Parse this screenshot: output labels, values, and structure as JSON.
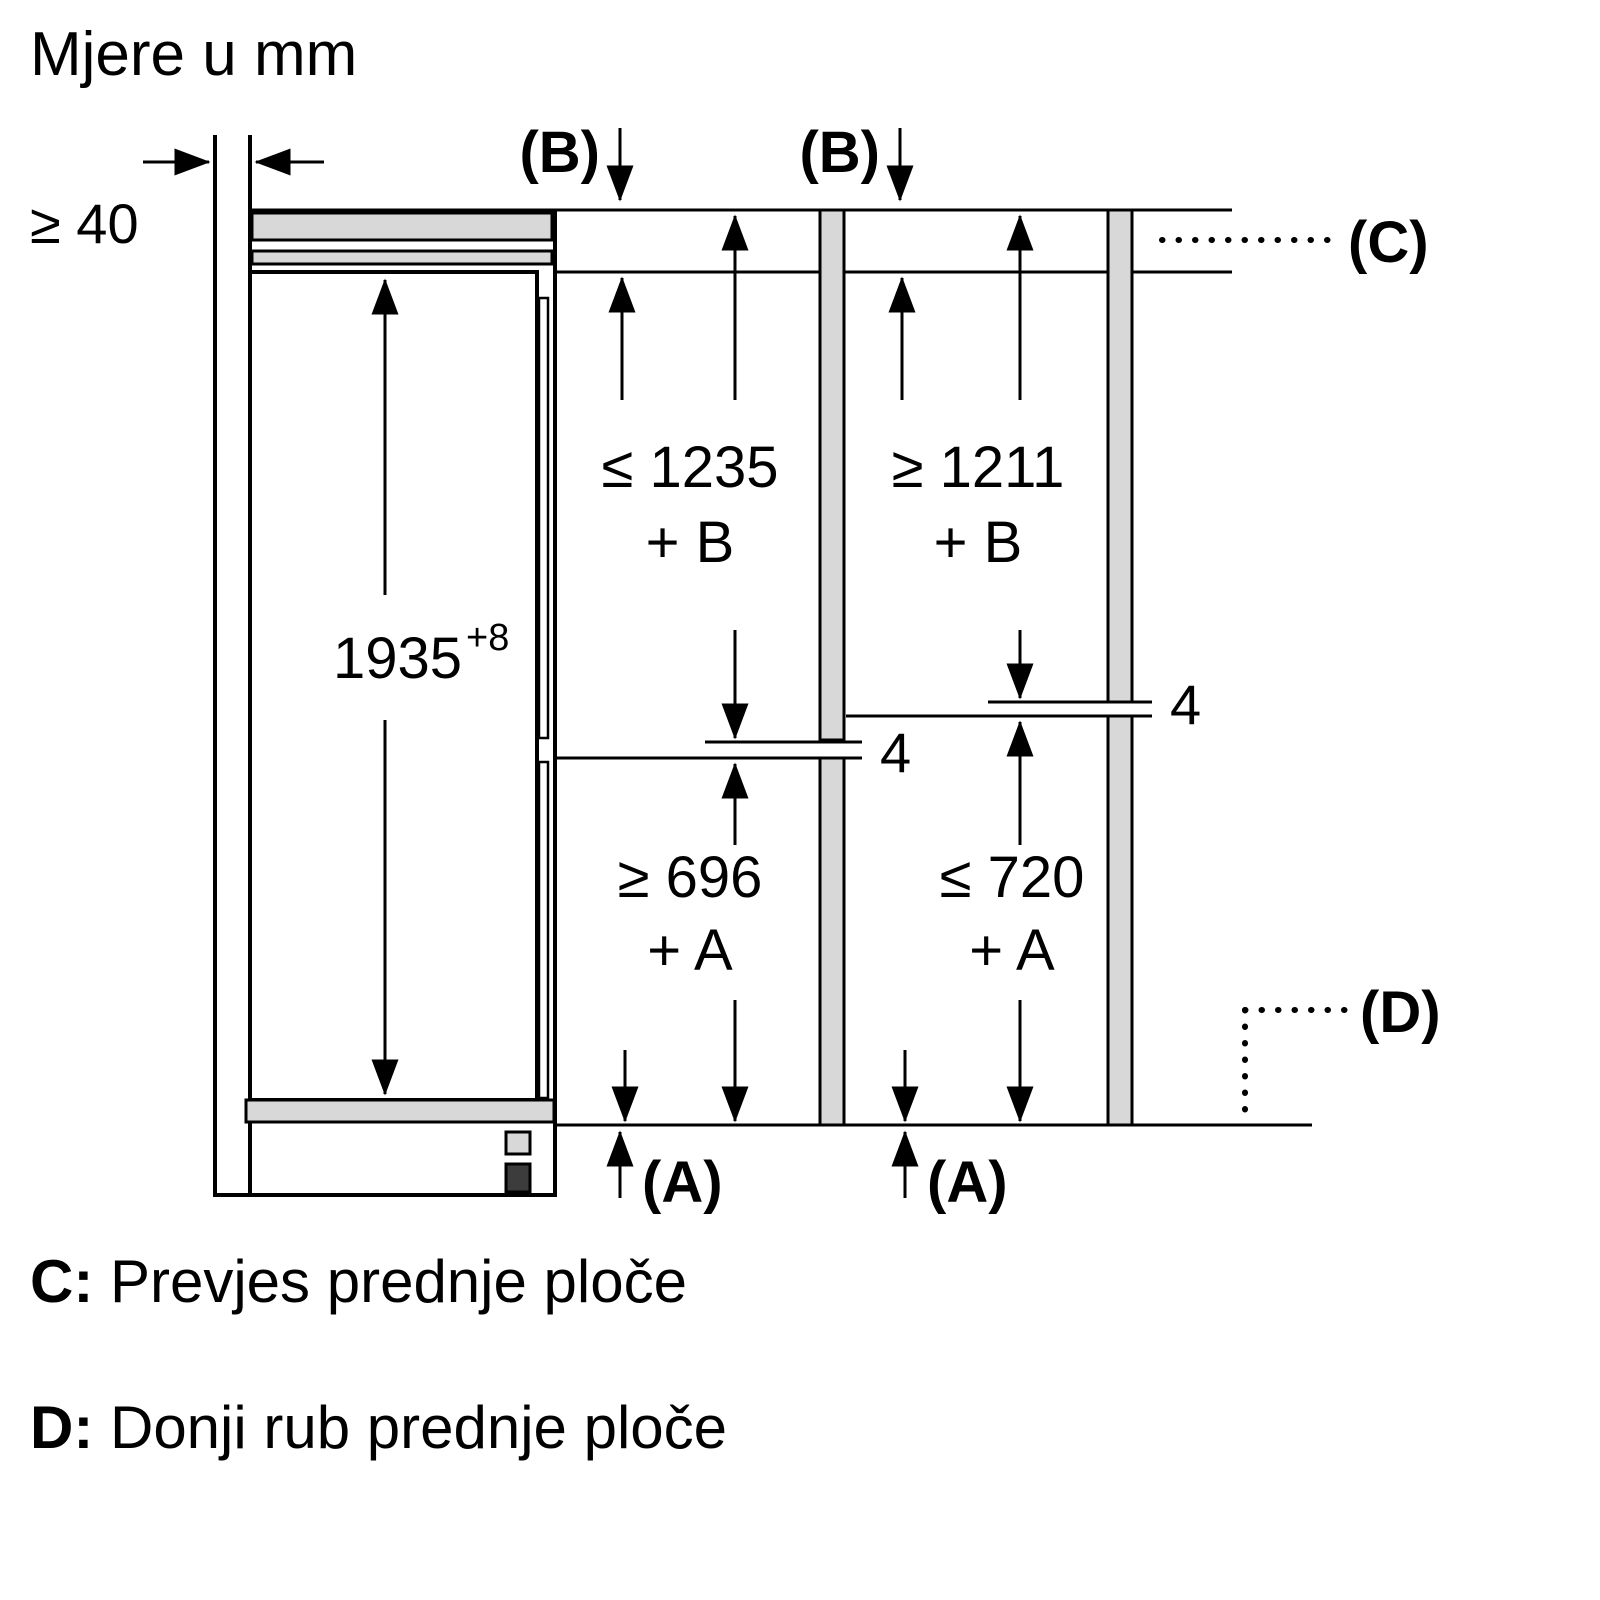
{
  "title": "Mjere u mm",
  "dimensions": {
    "wall_min": "≥ 40",
    "height": "1935",
    "height_sup": "+8",
    "b_label_left": "(B)",
    "b_label_right": "(B)",
    "c_label": "(C)",
    "d_label": "(D)",
    "a_label_left": "(A)",
    "a_label_right": "(A)",
    "upper_left_line1": "≤ 1235",
    "upper_left_line2": "+ B",
    "upper_right_line1": "≥ 1211",
    "upper_right_line2": "+ B",
    "lower_left_line1": "≥ 696",
    "lower_left_line2": "+ A",
    "lower_right_line1": "≤ 720",
    "lower_right_line2": "+ A",
    "gap_left": "4",
    "gap_right": "4"
  },
  "legend": {
    "c_key": "C:",
    "c_text": " Prevjes prednje ploče",
    "d_key": "D:",
    "d_text": " Donji rub prednje ploče"
  },
  "colors": {
    "line": "#000000",
    "panel_fill": "#d8d8d8",
    "foot_fill": "#3c3c3c",
    "background": "#ffffff"
  }
}
